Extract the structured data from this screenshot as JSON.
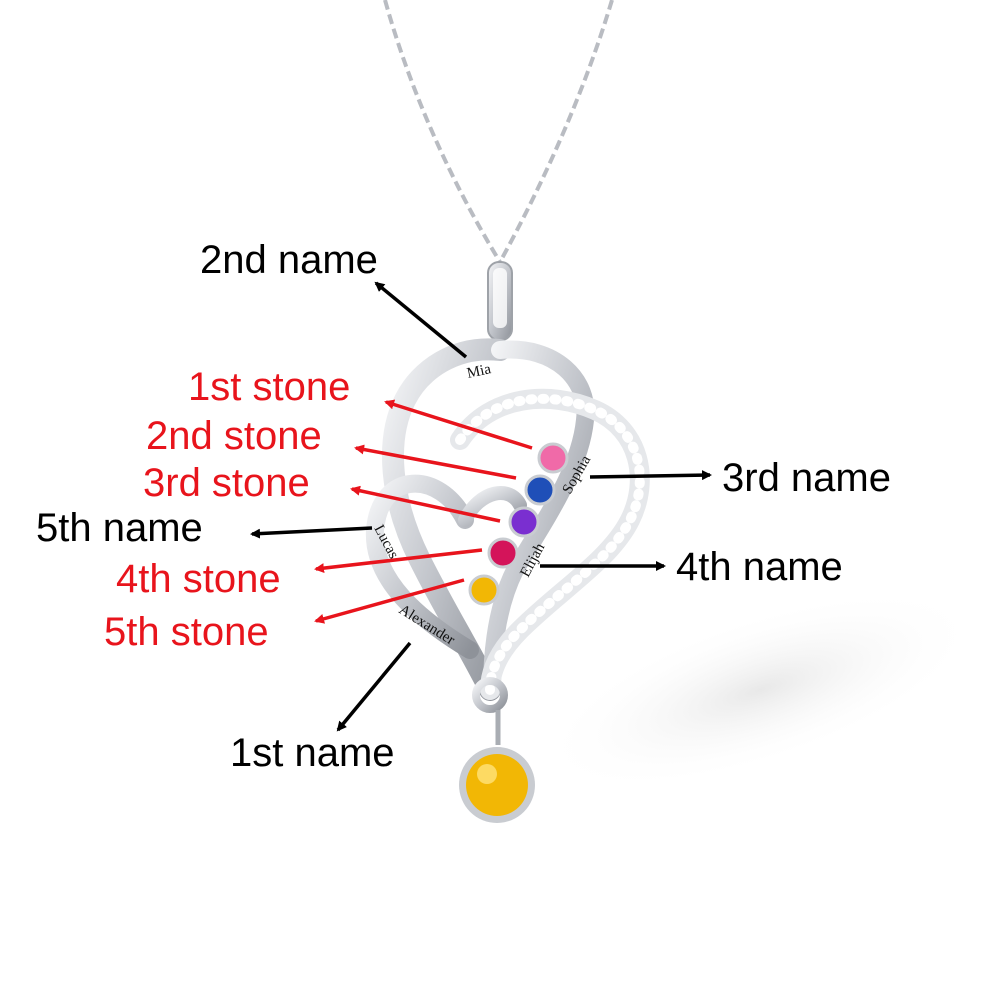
{
  "labels": {
    "name_2": "2nd name",
    "stone_1": "1st stone",
    "stone_2": "2nd stone",
    "stone_3": "3rd stone",
    "name_5": "5th name",
    "stone_4": "4th stone",
    "stone_5": "5th stone",
    "name_1": "1st name",
    "name_3": "3rd name",
    "name_4": "4th name"
  },
  "engravings": {
    "mia": "Mia",
    "sophia": "Sophia",
    "lucas": "Lucas",
    "elijah": "Elijah",
    "alexander": "Alexander"
  },
  "colors": {
    "name_label": "#000000",
    "stone_label": "#e8141c",
    "silver": "#c9ccd1",
    "stone_pink": "#f06aa8",
    "stone_blue": "#1f4fb8",
    "stone_purple": "#7a2fd0",
    "stone_red": "#d4145a",
    "stone_yellow": "#f2b705"
  }
}
